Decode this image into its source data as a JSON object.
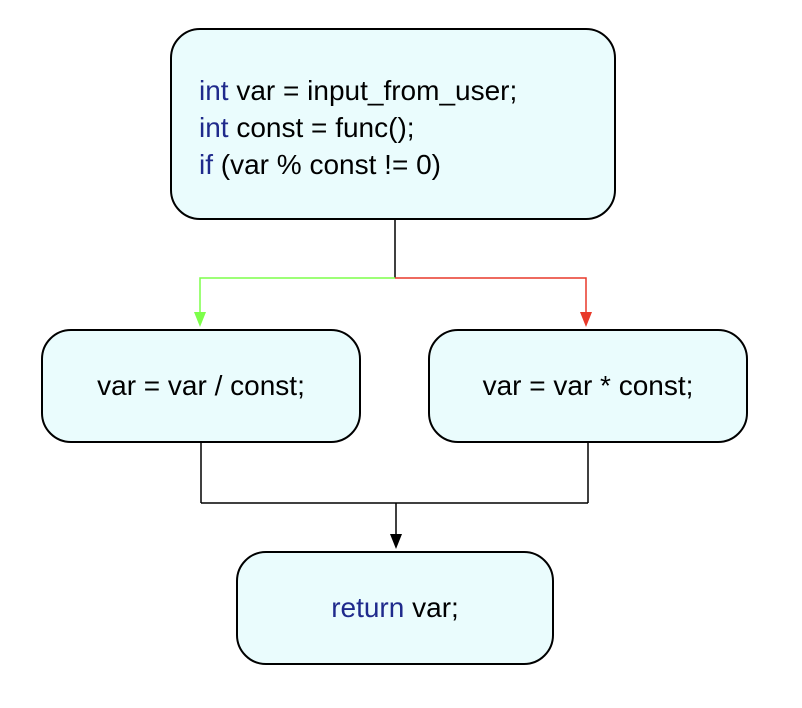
{
  "colors": {
    "node_fill": "#eafcfd",
    "keyword": "#1f2a8c",
    "true_edge": "#7dff4a",
    "false_edge": "#e8392a",
    "merge_edge": "#000000"
  },
  "entry": {
    "lines": [
      {
        "keyword": "int",
        "rest": " var = input_from_user;"
      },
      {
        "keyword": "int",
        "rest": " const = func();"
      },
      {
        "keyword": "if",
        "rest": " (var % const != 0)"
      }
    ]
  },
  "left_branch": {
    "code": "var = var / const;"
  },
  "right_branch": {
    "code": "var = var * const;"
  },
  "exit": {
    "keyword": "return",
    "rest": " var;"
  }
}
